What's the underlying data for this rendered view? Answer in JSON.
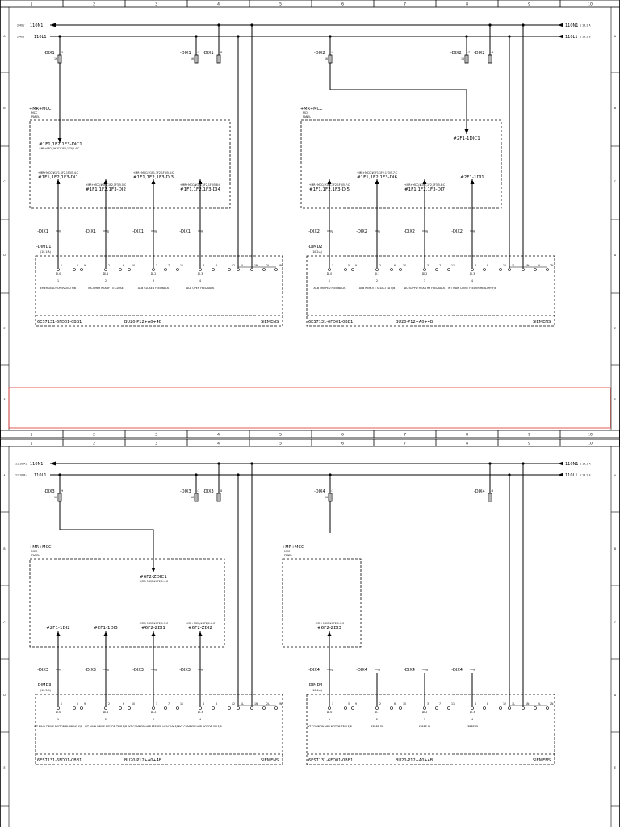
{
  "columns": [
    "1",
    "2",
    "3",
    "4",
    "5",
    "6",
    "7",
    "8",
    "9",
    "10"
  ],
  "rows_top": [
    "A",
    "B",
    "C",
    "D",
    "E",
    "F"
  ],
  "rows_bottom": [
    "A",
    "B",
    "C",
    "D",
    "E"
  ],
  "colors": {
    "line": "#000000",
    "frame": "#000000",
    "highlight": "#e0302b",
    "fill": "#ffffff"
  },
  "sheet1": {
    "bus_neutral": {
      "left_ref": "2.40 /",
      "label": "110N1",
      "right_label": "110N1",
      "right_ref": "/ 13.1 A"
    },
    "bus_live": {
      "left_ref": "2.40 /",
      "label": "110L1",
      "right_label": "110L1",
      "right_ref": "/ 13.1 B"
    },
    "fuses": [
      {
        "label": "-DIX1",
        "pin": ":9",
        "pin_b": "16"
      },
      {
        "label": "-DIX1",
        "pin": ":7",
        "pin_b": "16"
      },
      {
        "label": "-DIX1",
        "pin": ":8",
        "pin_b": ""
      },
      {
        "label": "-DIX2",
        "pin": ":9",
        "pin_b": "16"
      },
      {
        "label": "-DIX2",
        "pin": ":7",
        "pin_b": "16"
      },
      {
        "label": "-DIX2",
        "pin": ":8",
        "pin_b": ""
      }
    ],
    "panels": [
      {
        "location": "+MR+MCC",
        "sub1": "MCC",
        "sub2": "PANEL",
        "supply_tag": "#1F1,1F2,1F3-DIC1",
        "supply_ref": "+MR+MCC/#1F1,1F2,1F3/5.4:C",
        "inputs": [
          {
            "ref": "+MR+MCC/#1F1,1F2,1F3/5.4:C",
            "tag": "#1F1,1F2,1F3-DI1"
          },
          {
            "ref": "+MR+MCC/#1F1,1F2,1F3/5.5:C",
            "tag": "#1F1,1F2,1F3-DI2"
          },
          {
            "ref": "+MR+MCC/#1F1,1F2,1F3/5.6:C",
            "tag": "#1F1,1F2,1F3-DI3"
          },
          {
            "ref": "+MR+MCC/#1F1,1F2,1F3/5.8:C",
            "tag": "#1F1,1F2,1F3-DI4"
          }
        ],
        "connector": "-DIX1",
        "pins": [
          ":1",
          ":2",
          ":3",
          ":4"
        ],
        "module": {
          "tag": "-DIMD1",
          "ref": "(10.1:A)",
          "part": "6ES7131-6FD01-0BB1",
          "base": "BU20-P12+A0+4B",
          "maker": "SIEMENS"
        },
        "channels": [
          {
            "num": "1",
            "addr": "DI.0",
            "desc": "EMERGENCY OPERATED F/B"
          },
          {
            "num": "2",
            "addr": "DI.1",
            "desc": "INCOMER READY TO CLOSE"
          },
          {
            "num": "3",
            "addr": "DI.2",
            "desc": "ACB CLOSED FEEDBACK"
          },
          {
            "num": "4",
            "addr": "DI.3",
            "desc": "ACB OPEN FEEDBACK"
          }
        ],
        "terminals": [
          "1",
          "5",
          "9",
          "2",
          "6",
          "10",
          "3",
          "7",
          "11",
          "4",
          "8",
          "12",
          "1L",
          "1N",
          "2L",
          "2N"
        ]
      },
      {
        "location": "+MR+MCC",
        "sub1": "MCC",
        "sub2": "PANEL",
        "supply_tag": "#2F1-1DIC1",
        "supply_ref": "",
        "inputs": [
          {
            "ref": "+MR+MCC/#1F1,1F2,1F3/5.7:C",
            "tag": "#1F1,1F2,1F3-DI5"
          },
          {
            "ref": "+MR+MCC/#1F1,1F2,1F3/5.7:C",
            "tag": "#1F1,1F2,1F3-DI6"
          },
          {
            "ref": "+MR+MCC/#1F1,1F2,1F3/5.8:C",
            "tag": "#1F1,1F2,1F3-DI7"
          },
          {
            "ref": "",
            "tag": "#2F1-1DI1"
          }
        ],
        "connector": "-DIX2",
        "pins": [
          ":1",
          ":2",
          ":3",
          ":4"
        ],
        "module": {
          "tag": "-DIMD2",
          "ref": "(10.2:A)",
          "part": "6ES7131-6FD01-0BB1",
          "base": "BU20-P12+A0+4B",
          "maker": "SIEMENS"
        },
        "channels": [
          {
            "num": "1",
            "addr": "DI.0",
            "desc": "ACB TRIPPED FEEDBACK"
          },
          {
            "num": "2",
            "addr": "DI.1",
            "desc": "ACB REMOTE   SELECTED F/B"
          },
          {
            "num": "3",
            "addr": "DI.2",
            "desc": "DC SUPPLY HEALTHY FEEDBACK"
          },
          {
            "num": "4",
            "addr": "DI.3",
            "desc": "WT MAIN DRIVE FEEDER HEALTHY F/B"
          }
        ],
        "terminals": [
          "1",
          "5",
          "9",
          "2",
          "6",
          "10",
          "3",
          "7",
          "11",
          "4",
          "8",
          "12",
          "1L",
          "1N",
          "2L",
          "2N"
        ]
      }
    ]
  },
  "sheet2": {
    "bus_neutral": {
      "left_ref": "11.10:A /",
      "label": "110N1",
      "right_label": "110N1",
      "right_ref": "/ 13.1 A"
    },
    "bus_live": {
      "left_ref": "11.10:B /",
      "label": "110L1",
      "right_label": "110L1",
      "right_ref": "/ 13.1 B"
    },
    "fuses": [
      {
        "label": "-DIX3",
        "pin": ":9",
        "pin_b": "16"
      },
      {
        "label": "-DIX3",
        "pin": ":7",
        "pin_b": "16"
      },
      {
        "label": "-DIX3",
        "pin": ":8",
        "pin_b": ""
      },
      {
        "label": "-DIX4",
        "pin": ":7",
        "pin_b": "16"
      },
      {
        "label": "-DIX4",
        "pin": ":8",
        "pin_b": ""
      }
    ],
    "panels": [
      {
        "location": "+MR+MCC",
        "sub1": "MCC",
        "sub2": "PANEL",
        "supply_tag": "#6F2-ZDIC1",
        "supply_ref": "+MR+MCC/#6F2/1.4:C",
        "inputs": [
          {
            "ref": "",
            "tag": "#2F1-1DI2"
          },
          {
            "ref": "",
            "tag": "#2F1-1DI3"
          },
          {
            "ref": "+MR+MCC/#6F2/1.5:C",
            "tag": "#6F2-ZDI1"
          },
          {
            "ref": "+MR+MCC/#6F2/1.6:C",
            "tag": "#6F2-ZDI2"
          }
        ],
        "connector": "-DIX3",
        "pins": [
          ":1",
          ":2",
          ":3",
          ":4"
        ],
        "module": {
          "tag": "-DIMD3",
          "ref": "(10.3:A)",
          "part": "6ES7131-6FD01-0BB1",
          "base": "BU20-P12+A0+4B",
          "maker": "SIEMENS"
        },
        "channels": [
          {
            "num": "1",
            "addr": "DI.0",
            "desc": "WT MAIN DRIVE MOTOR RUNNING F/B"
          },
          {
            "num": "2",
            "addr": "DI.1",
            "desc": "WT MAIN DRIVE MOTOR TRIP F/B"
          },
          {
            "num": "3",
            "addr": "DI.2",
            "desc": "WT COMMON HPP FEEDER HEALTHY F/B"
          },
          {
            "num": "4",
            "addr": "DI.3",
            "desc": "WT COMMON HPP MOTOR ON F/B"
          }
        ],
        "terminals": [
          "1",
          "5",
          "9",
          "2",
          "6",
          "10",
          "3",
          "7",
          "11",
          "4",
          "8",
          "12",
          "1L",
          "1N",
          "2L",
          "2N"
        ]
      },
      {
        "location": "+MR+MCC",
        "sub1": "MCC",
        "sub2": "PANEL",
        "inputs": [
          {
            "ref": "+MR+MCC/#6F2/1.7:C",
            "tag": "#6F2-ZDI3"
          }
        ],
        "connector": "-DIX4",
        "pins": [
          ":1",
          ":2",
          ":3",
          ":4"
        ],
        "module": {
          "tag": "-DIMD4",
          "ref": "(10.4:A)",
          "part": "6ES7131-6FD01-0BB1",
          "base": "BU20-P12+A0+4B",
          "maker": "SIEMENS"
        },
        "channels": [
          {
            "num": "1",
            "addr": "DI.0",
            "desc": "WT COMMON HPP MOTOR TRIP F/B"
          },
          {
            "num": "2",
            "addr": "DI.1",
            "desc": "SPARE DI"
          },
          {
            "num": "3",
            "addr": "DI.2",
            "desc": "SPARE DI"
          },
          {
            "num": "4",
            "addr": "DI.3",
            "desc": "SPARE DI"
          }
        ],
        "terminals": [
          "1",
          "5",
          "9",
          "2",
          "6",
          "10",
          "3",
          "7",
          "11",
          "4",
          "8",
          "12",
          "1L",
          "1N",
          "2L",
          "2N"
        ]
      }
    ]
  }
}
